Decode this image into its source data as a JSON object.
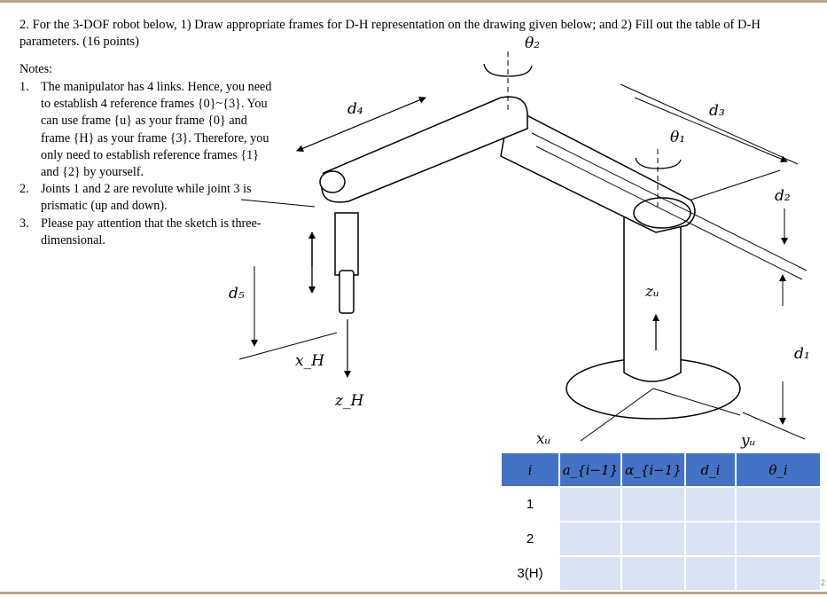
{
  "question": {
    "text": "2. For the 3-DOF robot below, 1) Draw appropriate frames for D-H representation on the drawing given below; and 2) Fill out the table of D-H parameters. (16 points)"
  },
  "notes": {
    "title": "Notes:",
    "items": [
      {
        "num": "1.",
        "text": "The manipulator has 4 links. Hence, you need to establish 4 reference frames {0}~{3}. You can use frame {u} as your frame {0} and frame {H} as your frame {3}. Therefore, you only need to establish reference frames {1} and {2} by yourself."
      },
      {
        "num": "2.",
        "text": "Joints 1 and 2 are revolute while joint 3 is prismatic (up and down)."
      },
      {
        "num": "3.",
        "text": "Please pay attention that the sketch is three-dimensional."
      }
    ]
  },
  "figure_labels": {
    "theta2": "θ₂",
    "theta1": "θ₁",
    "d1": "d₁",
    "d2": "d₂",
    "d3": "d₃",
    "d4": "d₄",
    "d5": "d₅",
    "zu": "zᵤ",
    "xu": "xᵤ",
    "yu": "yᵤ",
    "xh": "x_H",
    "zh": "z_H"
  },
  "table": {
    "headers": [
      "i",
      "a_{i−1}",
      "α_{i−1}",
      "d_i",
      "θ_i"
    ],
    "rows": [
      {
        "label": "1"
      },
      {
        "label": "2"
      },
      {
        "label": "3(H)"
      }
    ]
  },
  "page_number": "2"
}
